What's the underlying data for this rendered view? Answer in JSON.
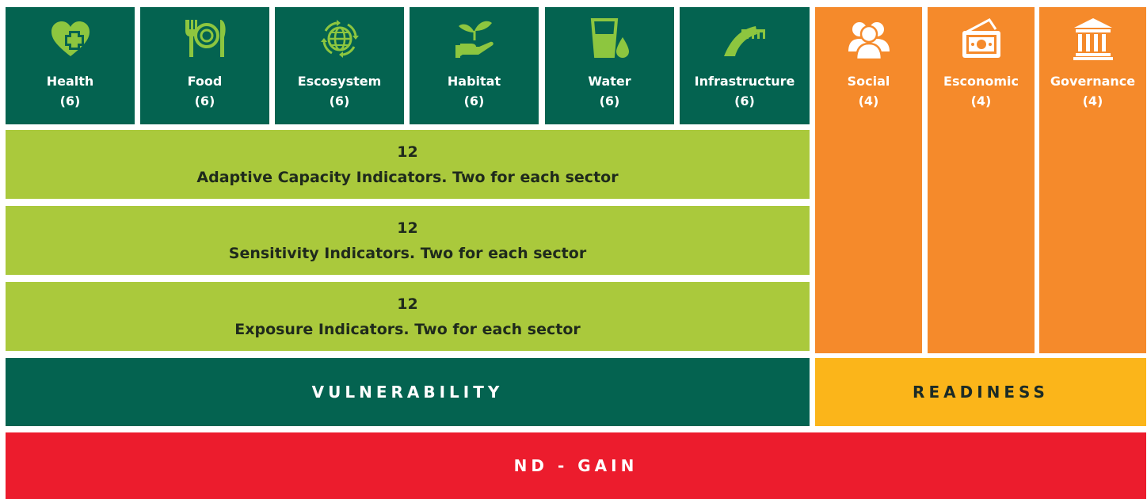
{
  "sectors": [
    {
      "label": "Health",
      "count": "(6)",
      "icon": "heart-plus-icon"
    },
    {
      "label": "Food",
      "count": "(6)",
      "icon": "fork-plate-knife-icon"
    },
    {
      "label": "Escosystem",
      "count": "(6)",
      "icon": "globe-cycle-icon"
    },
    {
      "label": "Habitat",
      "count": "(6)",
      "icon": "hand-sprout-icon"
    },
    {
      "label": "Water",
      "count": "(6)",
      "icon": "glass-drop-icon"
    },
    {
      "label": "Infrastructure",
      "count": "(6)",
      "icon": "road-bridge-icon"
    },
    {
      "label": "Social",
      "count": "(4)",
      "icon": "people-icon"
    },
    {
      "label": "Esconomic",
      "count": "(4)",
      "icon": "money-icon"
    },
    {
      "label": "Governance",
      "count": "(4)",
      "icon": "government-building-icon"
    }
  ],
  "indicators": [
    {
      "number": "12",
      "text": "Adaptive Capacity Indicators. Two for each sector"
    },
    {
      "number": "12",
      "text": "Sensitivity Indicators. Two for each sector"
    },
    {
      "number": "12",
      "text": "Exposure Indicators. Two for each sector"
    }
  ],
  "vulnerability": "VULNERABILITY",
  "readiness": "READINESS",
  "nd_gain": "ND - GAIN",
  "colors": {
    "vulnerability_green": "#046350",
    "indicator_lime": "#aac93c",
    "readiness_orange": "#f58a2b",
    "readiness_yellow": "#fbb51a",
    "gain_red": "#ec1c2d",
    "icon_green": "#8dc63f",
    "icon_white": "#ffffff"
  }
}
